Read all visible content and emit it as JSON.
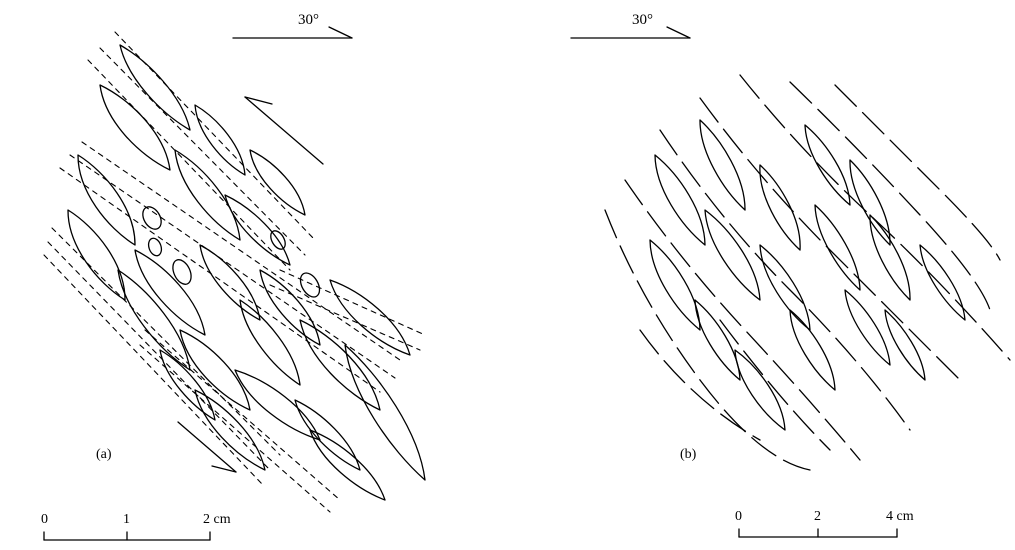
{
  "panel_a": {
    "label": "(a)",
    "angle": "30°",
    "scale": {
      "ticks": [
        "0",
        "1",
        "2 cm"
      ]
    }
  },
  "panel_b": {
    "label": "(b)",
    "angle": "30°",
    "scale": {
      "ticks": [
        "0",
        "2",
        "4 cm"
      ]
    }
  }
}
